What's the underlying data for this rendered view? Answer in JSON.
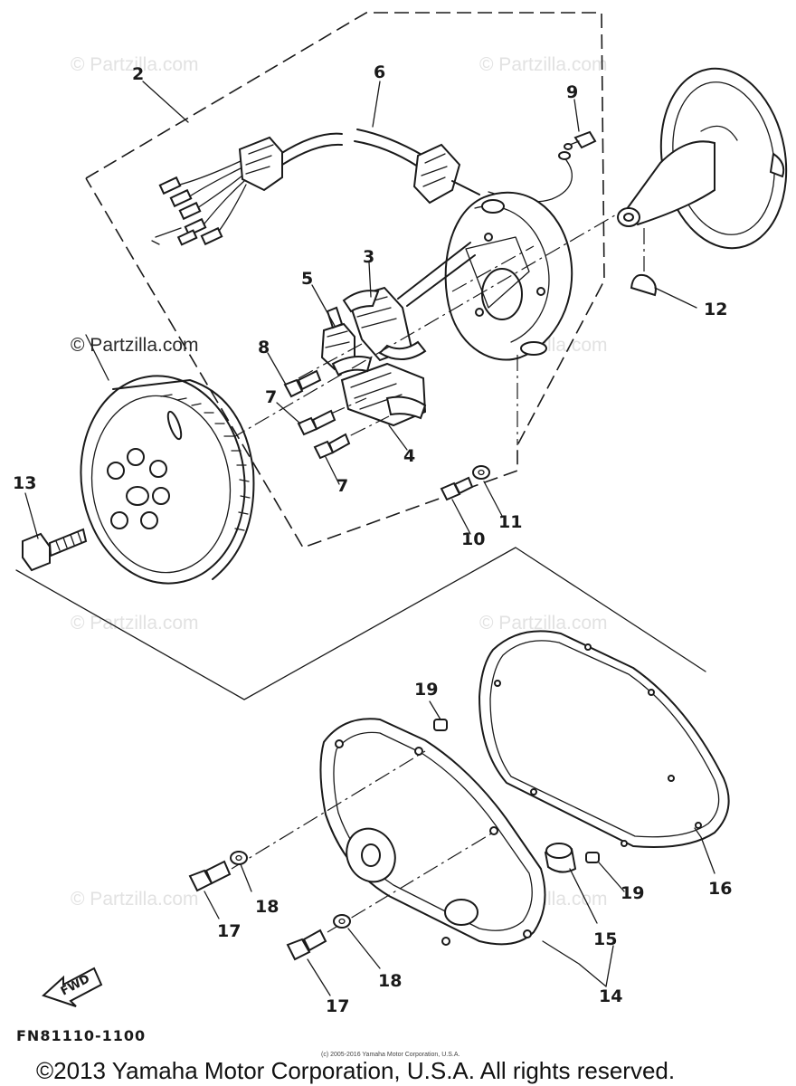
{
  "watermarks": {
    "faint_1": "© Partzilla.com",
    "faint_2": "© Partzilla.com",
    "main": "© Partzilla.com",
    "faint_3": "© Partzilla.com",
    "faint_4": "© Partzilla.com",
    "faint_5": "© Partzilla.com",
    "faint_6": "© Partzilla.com",
    "faint_7": "© Partzilla.com"
  },
  "callouts": {
    "c2": "2",
    "c6": "6",
    "c9": "9",
    "c3": "3",
    "c5": "5",
    "c12": "12",
    "c8": "8",
    "c7a": "7",
    "c7b": "7",
    "c4": "4",
    "c13": "13",
    "c10": "10",
    "c11": "11",
    "c19a": "19",
    "c16": "16",
    "c19b": "19",
    "c18a": "18",
    "c17a": "17",
    "c15": "15",
    "c14": "14",
    "c18b": "18",
    "c17b": "17"
  },
  "direction_label": "FWD",
  "diagram_code": "FN81110-1100",
  "small_notice": "(c) 2005-2016 Yamaha Motor Corporation, U.S.A.",
  "copyright": "©2013 Yamaha Motor Corporation, U.S.A. All rights reserved.",
  "colors": {
    "line": "#1a1a1a",
    "watermark": "#e2e2e2",
    "background": "#ffffff"
  }
}
